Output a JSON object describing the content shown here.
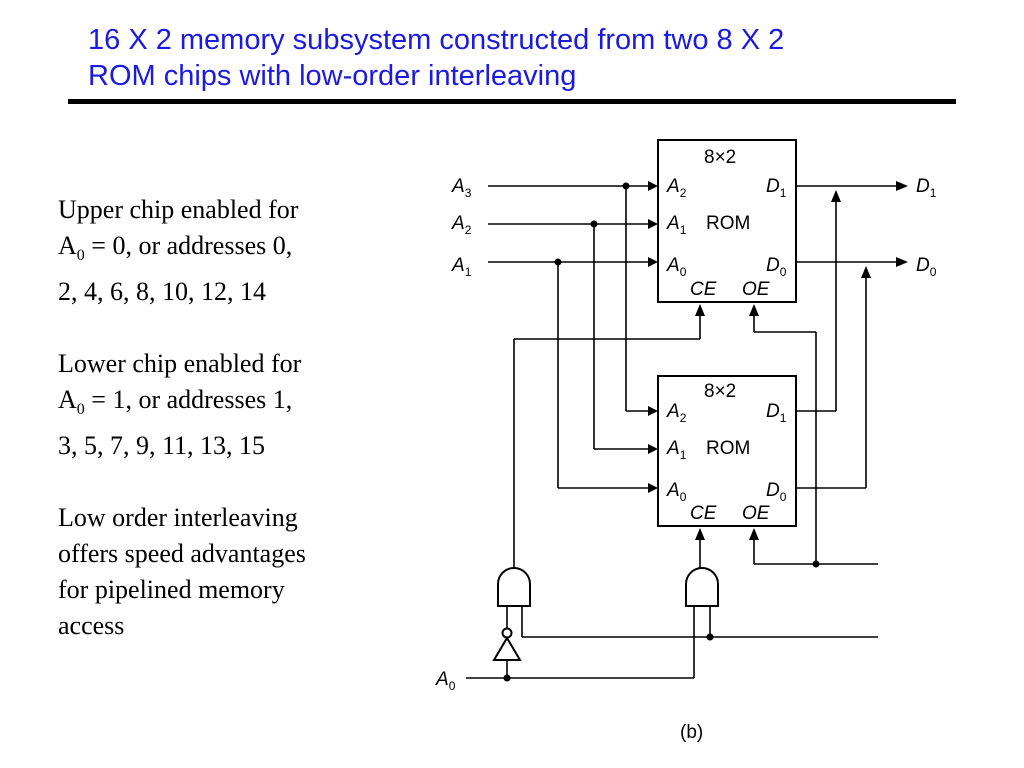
{
  "title": {
    "line1": "16 X 2 memory subsystem constructed from two 8 X 2",
    "line2": "ROM chips with low-order interleaving"
  },
  "notes": {
    "upper": {
      "line1": "Upper chip enabled for",
      "a_pre": "A",
      "a_sub": "0",
      "a_post": " = 0, or addresses 0,",
      "line3": "2, 4, 6, 8, 10, 12, 14"
    },
    "lower": {
      "line1": "Lower chip enabled for",
      "a_pre": "A",
      "a_sub": "0",
      "a_post": " = 1, or addresses 1,",
      "line3": "3, 5, 7, 9, 11, 13, 15"
    },
    "speed": {
      "line1": "Low order interleaving",
      "line2": "offers speed advantages",
      "line3": "for pipelined memory",
      "line4": "access"
    }
  },
  "diagram": {
    "chip_size": "8×2",
    "chip_type": "ROM",
    "pin_letter_A": "A",
    "pin_letter_D": "D",
    "pin_ce": "CE",
    "pin_oe": "OE",
    "sub_0": "0",
    "sub_1": "1",
    "sub_2": "2",
    "sub_3": "3",
    "caption": "(b)"
  }
}
